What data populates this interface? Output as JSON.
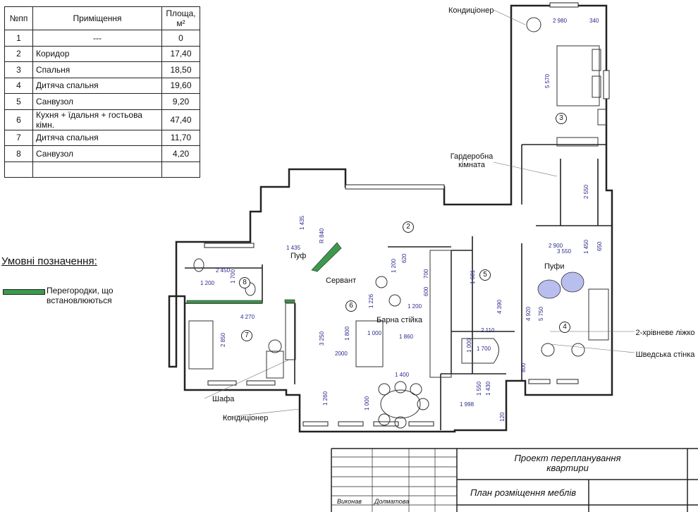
{
  "table": {
    "headers": [
      "№пп",
      "Приміщення",
      "Площа, м²"
    ],
    "rows": [
      [
        "1",
        "---",
        "0"
      ],
      [
        "2",
        "Коридор",
        "17,40"
      ],
      [
        "3",
        "Спальня",
        "18,50"
      ],
      [
        "4",
        "Дитяча спальня",
        "19,60"
      ],
      [
        "5",
        "Санвузол",
        "9,20"
      ],
      [
        "6",
        "Кухня + їдальня + гостьова кімн.",
        "47,40"
      ],
      [
        "7",
        "Дитяча спальня",
        "11,70"
      ],
      [
        "8",
        "Санвузол",
        "4,20"
      ],
      [
        "",
        "",
        ""
      ]
    ]
  },
  "legend": {
    "title": "Умовні позначення:",
    "partition_text": "Перегородки, що встановлюються",
    "partition_color": "#3c9a4c"
  },
  "labels": {
    "conditioner_top": "Кондиціонер",
    "wardrobe": "Гардеробна кімната",
    "puf": "Пуф",
    "servant": "Сервант",
    "bar": "Барна стійка",
    "poufs": "Пуфи",
    "bed2": "2-хрівневе ліжко",
    "swedish": "Шведська стінка",
    "shafa": "Шафа",
    "conditioner_bottom": "Кондиціонер"
  },
  "room_numbers": [
    "2",
    "3",
    "4",
    "5",
    "6",
    "7",
    "8"
  ],
  "dims": {
    "d2980": "2 980",
    "d340": "340",
    "d5570": "5 570",
    "d2550": "2 550",
    "d2900": "2 900",
    "d3550": "3 550",
    "d1450": "1 450",
    "d650": "650",
    "d5750": "5 750",
    "d4920": "4 920",
    "d800a": "800",
    "d1435a": "1 435",
    "d1435b": "1 435",
    "dR840": "R 840",
    "d2450": "2 450",
    "d1700a": "1 700",
    "d1200a": "1 200",
    "d4270": "4 270",
    "d2850": "2 850",
    "d3250": "3 250",
    "d2000": "2000",
    "d1800": "1 800",
    "d1000a": "1 000",
    "d1226": "1 226",
    "d1200b": "1 200",
    "d620": "620",
    "d700": "700",
    "d600": "600",
    "d1200c": "1 200",
    "d1860": "1 860",
    "d1681": "1 681",
    "d4390": "4 390",
    "d2110": "2 110",
    "d1000b": "1 000",
    "d1700b": "1 700",
    "d1400": "1 400",
    "d1000c": "1 000",
    "d1260": "1 260",
    "d1550": "1 550",
    "d1430": "1 430",
    "d1998": "1 998",
    "d120": "120"
  },
  "title_block": {
    "project": "Проект перепланування квартири",
    "sheet": "План розміщення меблів",
    "role": "Виконав",
    "name": "Долматова"
  }
}
